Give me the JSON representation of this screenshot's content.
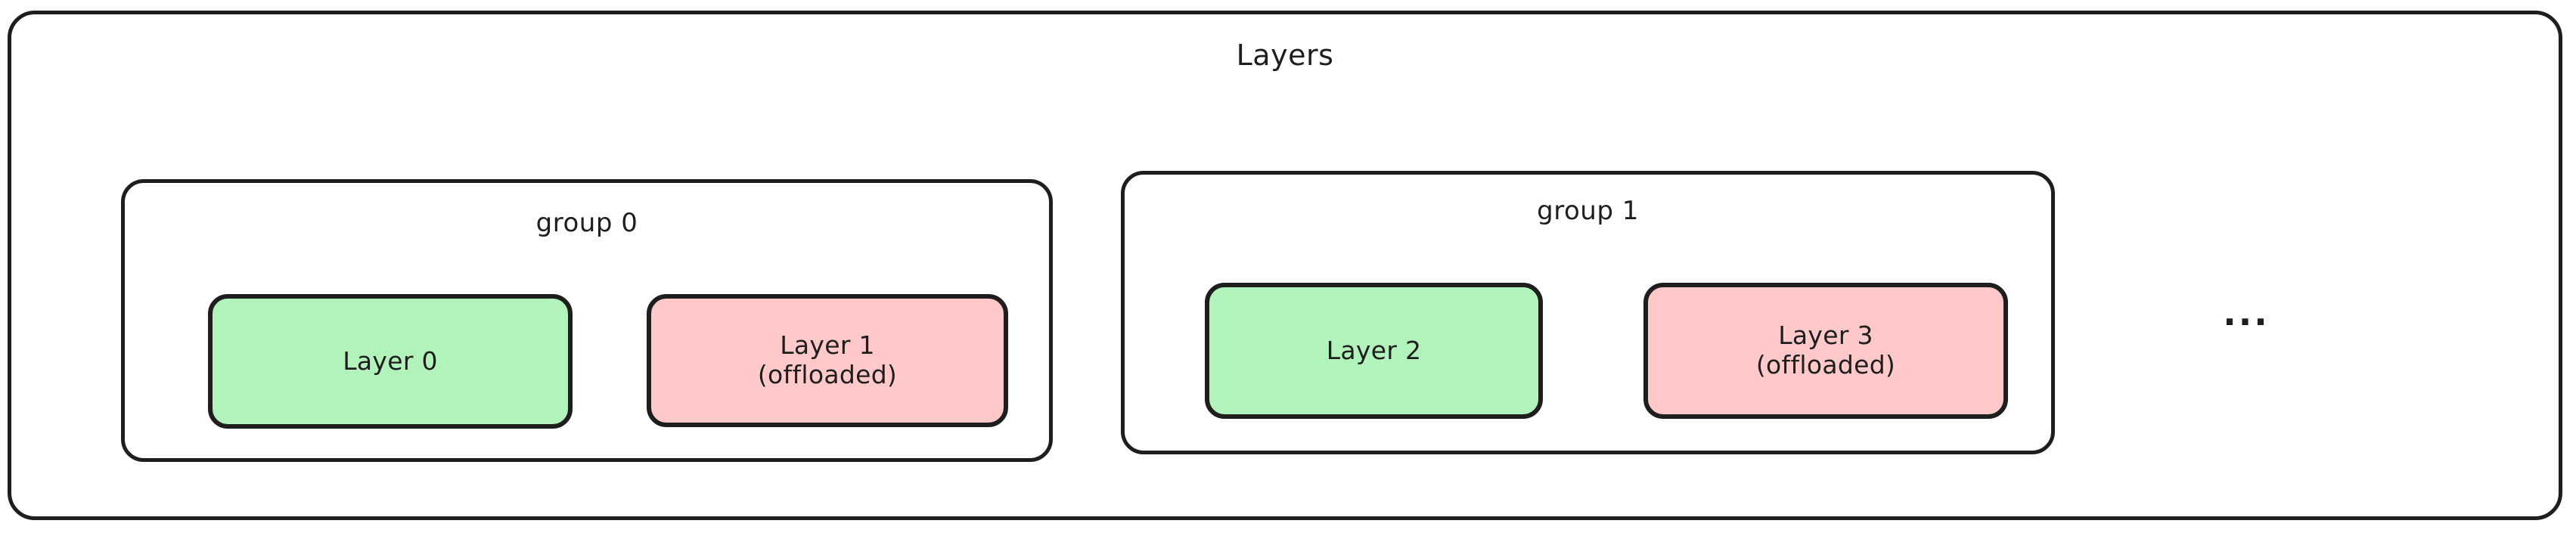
{
  "diagram": {
    "title": "Layers",
    "stroke_color": "#1e1e1e",
    "background_color": "#ffffff",
    "ellipsis": "...",
    "groups": [
      {
        "label": "group 0",
        "layers": [
          {
            "label": "Layer 0",
            "state": "resident",
            "fill_color": "#b2f2bb"
          },
          {
            "label": "Layer 1\n(offloaded)",
            "state": "offloaded",
            "fill_color": "#ffc9c9"
          }
        ]
      },
      {
        "label": "group 1",
        "layers": [
          {
            "label": "Layer 2",
            "state": "resident",
            "fill_color": "#b2f2bb"
          },
          {
            "label": "Layer 3\n(offloaded)",
            "state": "offloaded",
            "fill_color": "#ffc9c9"
          }
        ]
      }
    ]
  }
}
